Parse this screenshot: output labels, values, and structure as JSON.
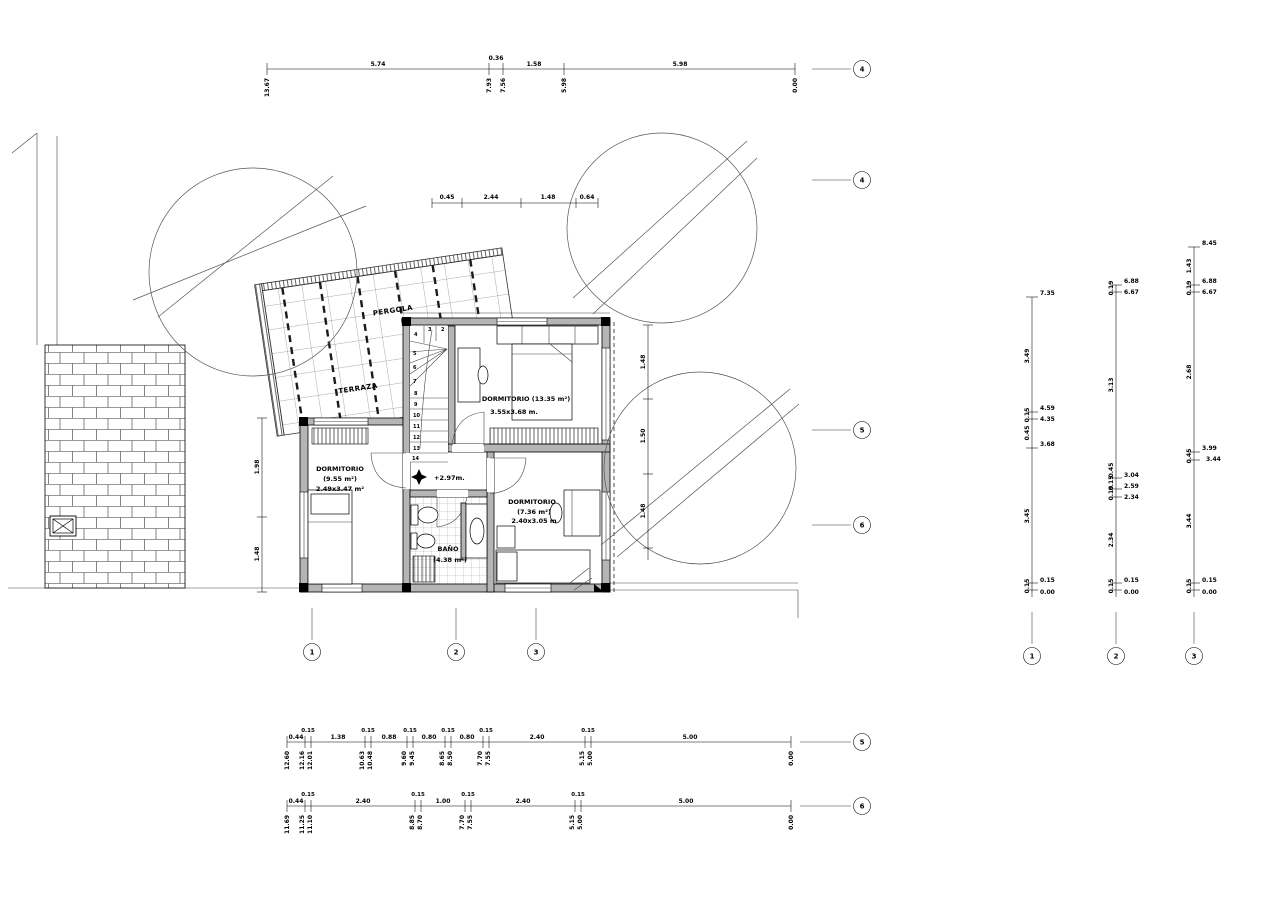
{
  "labels": {
    "pergola": "PERGOLA",
    "terraza": "TERRAZA",
    "level_mark": "+2.97m.",
    "bedroom1": {
      "title": "DORMITORIO (13.35 m²)",
      "size": "3.55x3.68 m."
    },
    "bedroom2": {
      "title": "DORMITORIO",
      "area": "(9.55 m²)",
      "size": "2.49x3.47 m²"
    },
    "bedroom3": {
      "title": "DORMITORIO",
      "area": "(7.36 m²)",
      "size": "2.40x3.05 m"
    },
    "bath": {
      "title": "BAÑO",
      "area": "(4.38 m²)"
    }
  },
  "stairs": {
    "steps": [
      "2",
      "3",
      "4",
      "5",
      "6",
      "7",
      "8",
      "9",
      "10",
      "11",
      "12",
      "13",
      "14"
    ]
  },
  "bubbles": {
    "rows": [
      "4",
      "4",
      "5",
      "6",
      "5",
      "6"
    ],
    "cols": [
      "1",
      "2",
      "3"
    ],
    "elev_cols": [
      "1",
      "2",
      "3"
    ]
  },
  "dims": {
    "top": {
      "segs": [
        "5.74",
        "0.36",
        "1.58",
        "5.98"
      ],
      "elevs": [
        "13.67",
        "7.93",
        "7.56",
        "5.98",
        "0.00"
      ]
    },
    "mid": {
      "segs": [
        "0.45",
        "2.44",
        "1.48",
        "0.64"
      ]
    },
    "bottom1": {
      "segs": [
        "0.44",
        "1.38",
        "0.88",
        "0.80",
        "0.80",
        "2.40",
        "5.00"
      ],
      "gaps": [
        "0.15",
        "0.15",
        "0.15",
        "0.15",
        "0.15",
        "0.15"
      ],
      "elevs": [
        "12.60",
        "12.16",
        "12.01",
        "10.63",
        "10.48",
        "9.60",
        "9.45",
        "8.65",
        "8.50",
        "7.70",
        "7.55",
        "5.15",
        "5.00",
        "0.00"
      ]
    },
    "bottom2": {
      "segs": [
        "0.44",
        "2.40",
        "1.00",
        "2.40",
        "5.00"
      ],
      "gaps": [
        "0.15",
        "0.15",
        "0.15",
        "0.15"
      ],
      "elevs": [
        "11.69",
        "11.25",
        "11.10",
        "8.85",
        "8.70",
        "7.70",
        "7.55",
        "5.15",
        "5.00",
        "0.00"
      ]
    },
    "s1": {
      "h": [
        "7.35",
        "4.59",
        "4.35",
        "3.68",
        "0.15",
        "0.00"
      ],
      "v": [
        "3.49",
        "0.15",
        "0.45",
        "3.45",
        "0.15"
      ]
    },
    "s2": {
      "h": [
        "6.88",
        "6.67",
        "3.04",
        "2.59",
        "2.34",
        "0.15",
        "0.00"
      ],
      "v": [
        "0.19",
        "3.13",
        "0.45",
        "0.15",
        "0.19",
        "2.34",
        "0.15"
      ]
    },
    "s3": {
      "h": [
        "8.45",
        "6.88",
        "6.67",
        "3.99",
        "3.44",
        "0.15",
        "0.00"
      ],
      "v": [
        "1.43",
        "0.19",
        "2.68",
        "0.45",
        "3.44",
        "0.15"
      ]
    },
    "plan_left": [
      "1.98",
      "1.48"
    ],
    "plan_right": [
      "1.48",
      "1.50",
      "1.48"
    ]
  }
}
